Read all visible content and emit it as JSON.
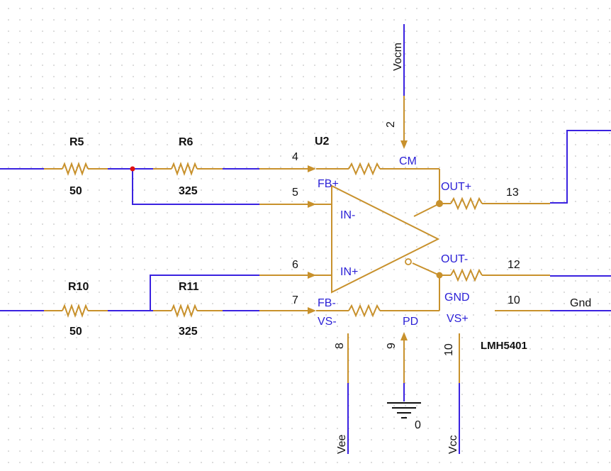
{
  "component": {
    "ref": "U2",
    "part": "LMH5401",
    "pins": {
      "in_minus": "IN-",
      "in_plus": "IN+",
      "fb_plus": "FB+",
      "fb_minus": "FB-",
      "cm": "CM",
      "out_plus": "OUT+",
      "out_minus": "OUT-",
      "gnd": "GND",
      "vs_minus": "VS-",
      "vs_plus": "VS+",
      "pd": "PD"
    },
    "pin_numbers": {
      "fb_plus": "4",
      "in_minus": "5",
      "in_plus": "6",
      "fb_minus": "7",
      "cm": "2",
      "out_plus": "13",
      "out_minus": "12",
      "gnd": "10",
      "vs_minus": "8",
      "pd": "9",
      "vs_plus": "10"
    }
  },
  "resistors": [
    {
      "ref": "R5",
      "value": "50"
    },
    {
      "ref": "R6",
      "value": "325"
    },
    {
      "ref": "R10",
      "value": "50"
    },
    {
      "ref": "R11",
      "value": "325"
    }
  ],
  "nets": {
    "vocm": "Vocm",
    "vee": "Vee",
    "vcc": "Vcc",
    "gnd": "Gnd",
    "ground_symbol": "0"
  }
}
